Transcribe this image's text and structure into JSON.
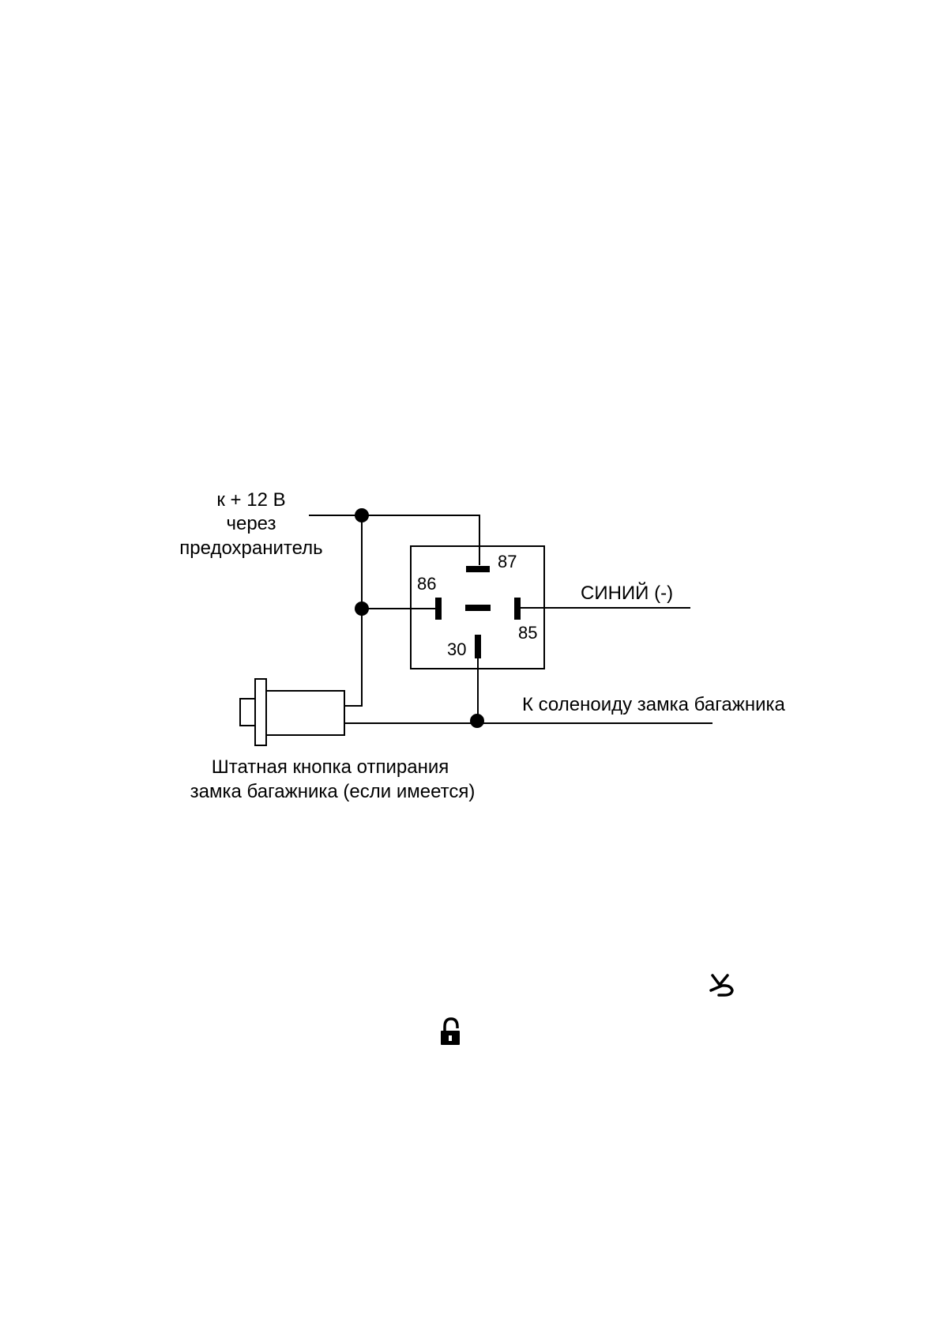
{
  "diagram": {
    "power_label_line1": "к + 12 В",
    "power_label_line2": "через",
    "power_label_line3": "предохранитель",
    "relay_pins": {
      "p86": "86",
      "p87": "87",
      "p85": "85",
      "p30": "30"
    },
    "blue_wire_label": "СИНИЙ (-)",
    "solenoid_label": "К соленоиду замка багажника",
    "button_label_line1": "Штатная кнопка отпирания",
    "button_label_line2": "замка багажника (если имеется)"
  },
  "icons": {
    "trunk": "trunk-open-icon",
    "unlock": "padlock-open-icon"
  },
  "colors": {
    "line": "#000000",
    "background": "#ffffff"
  }
}
